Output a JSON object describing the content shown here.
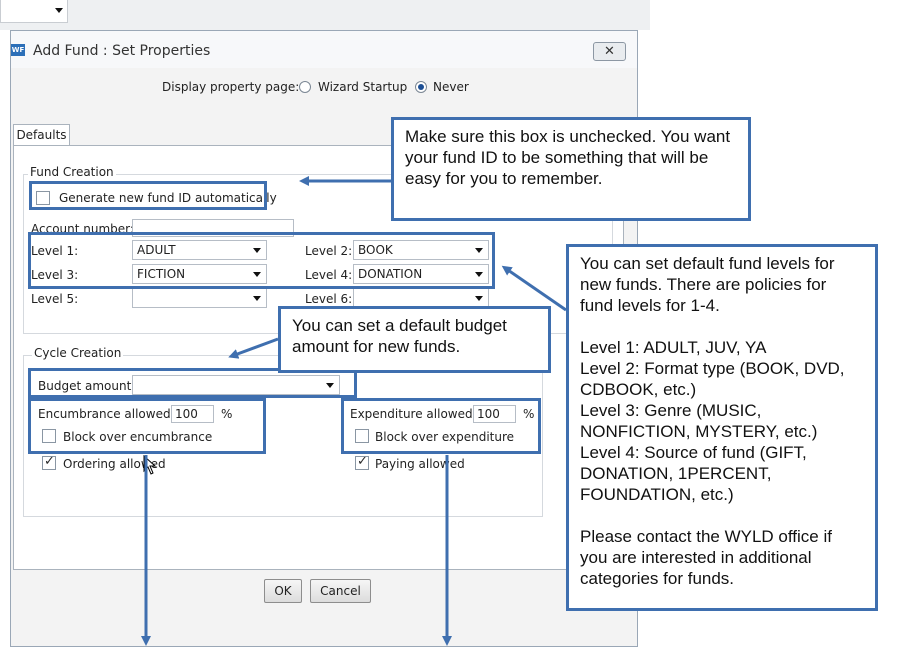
{
  "window": {
    "title": "Add Fund :  Set Properties",
    "icon_label": "WF",
    "close_glyph": "✕"
  },
  "display_property_page": {
    "label": "Display property page:",
    "options": [
      {
        "label": "Wizard Startup",
        "selected": false
      },
      {
        "label": "Never",
        "selected": true
      }
    ]
  },
  "tabs": [
    {
      "label": "Defaults",
      "active": true
    }
  ],
  "fund_creation": {
    "label": "Fund Creation",
    "generate_id_label": "Generate new fund ID automatically",
    "generate_id_checked": false,
    "account_number_label": "Account number:",
    "account_number_value": "",
    "levels": [
      {
        "label": "Level 1:",
        "value": "ADULT"
      },
      {
        "label": "Level 2:",
        "value": "BOOK"
      },
      {
        "label": "Level 3:",
        "value": "FICTION"
      },
      {
        "label": "Level 4:",
        "value": "DONATION"
      },
      {
        "label": "Level 5:",
        "value": ""
      },
      {
        "label": "Level 6:",
        "value": ""
      }
    ]
  },
  "cycle_creation": {
    "label": "Cycle Creation",
    "budget_label": "Budget amount:",
    "budget_value": "",
    "encumbrance_label": "Encumbrance allowed:",
    "encumbrance_value": "100",
    "encumbrance_unit": "%",
    "block_encumbrance_label": "Block over encumbrance",
    "block_encumbrance_checked": false,
    "ordering_label": "Ordering allowed",
    "ordering_checked": true,
    "expenditure_label": "Expenditure allowed:",
    "expenditure_value": "100",
    "expenditure_unit": "%",
    "block_expenditure_label": "Block over expenditure",
    "block_expenditure_checked": false,
    "paying_label": "Paying allowed",
    "paying_checked": true
  },
  "buttons": {
    "ok": "OK",
    "cancel": "Cancel"
  },
  "callouts": {
    "fund_id": "Make sure this box is unchecked. You want your fund ID to be something that will be easy for you to remember.",
    "budget": "You can set a default budget amount for new funds.",
    "levels": "You can set default fund levels for new funds. There are policies for fund levels for 1-4.\n\nLevel 1: ADULT, JUV, YA\nLevel 2: Format type (BOOK, DVD, CDBOOK, etc.)\nLevel 3: Genre (MUSIC, NONFICTION, MYSTERY, etc.)\nLevel 4: Source of fund (GIFT, DONATION, 1PERCENT, FOUNDATION, etc.)\n\nPlease contact the WYLD office if you are interested in additional categories for funds."
  },
  "colors": {
    "annotation": "#3f6faf",
    "dialog_background": "#f3f3f3"
  }
}
